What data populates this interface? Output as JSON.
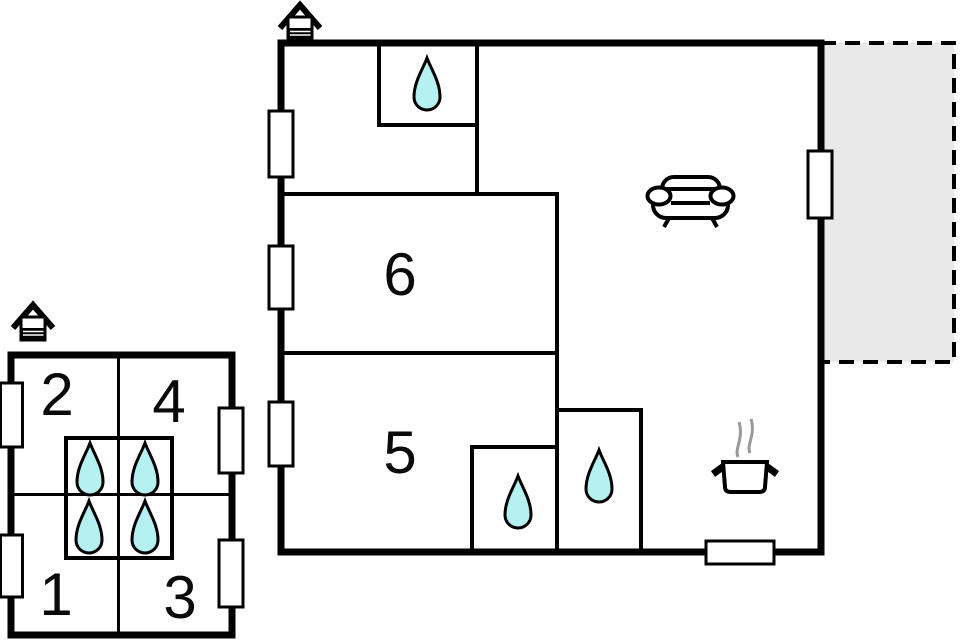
{
  "floor_plan": {
    "background_color": "#ffffff",
    "wall_color": "#000000",
    "water_color": "#b5f1f1",
    "terrace_fill_color": "#e9e9e9",
    "steam_color": "#999999",
    "rooms": {
      "r1": {
        "label": "1"
      },
      "r2": {
        "label": "2"
      },
      "r3": {
        "label": "3"
      },
      "r4": {
        "label": "4"
      },
      "r5": {
        "label": "5"
      },
      "r6": {
        "label": "6"
      }
    },
    "buildings": [
      {
        "name": "main-house",
        "room_labels": [
          "5",
          "6"
        ],
        "water_drop_count": 3,
        "window_count": 5,
        "has_terrace": true,
        "icons": [
          "entrance-house-icon",
          "water-drop-icon",
          "sofa-icon",
          "cooking-pot-icon"
        ]
      },
      {
        "name": "annex",
        "room_labels": [
          "1",
          "2",
          "3",
          "4"
        ],
        "water_drop_count": 4,
        "window_count": 4,
        "has_terrace": false,
        "icons": [
          "entrance-house-icon",
          "water-drop-icon"
        ]
      }
    ]
  }
}
